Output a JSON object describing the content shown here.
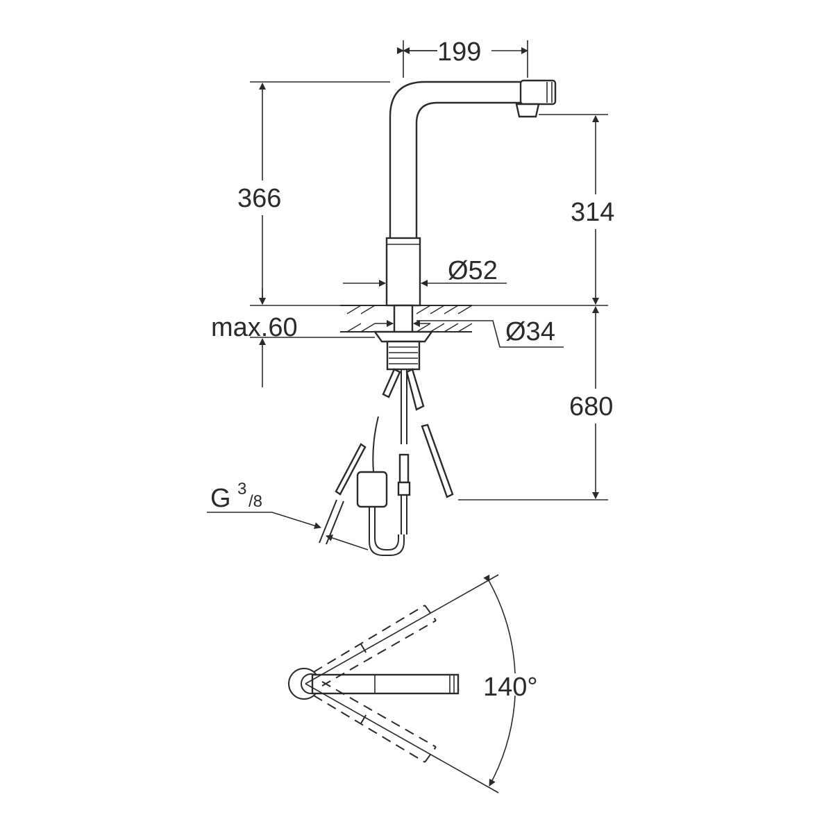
{
  "dimensions": {
    "reach": "199",
    "total_height": "366",
    "spout_height": "314",
    "base_diameter": "Ø52",
    "deck_thickness": "max.60",
    "hole_diameter": "Ø34",
    "hose_length": "680",
    "connection_thread_prefix": "G",
    "connection_thread_num": "3",
    "connection_thread_den": "/8",
    "swivel_angle": "140°"
  }
}
